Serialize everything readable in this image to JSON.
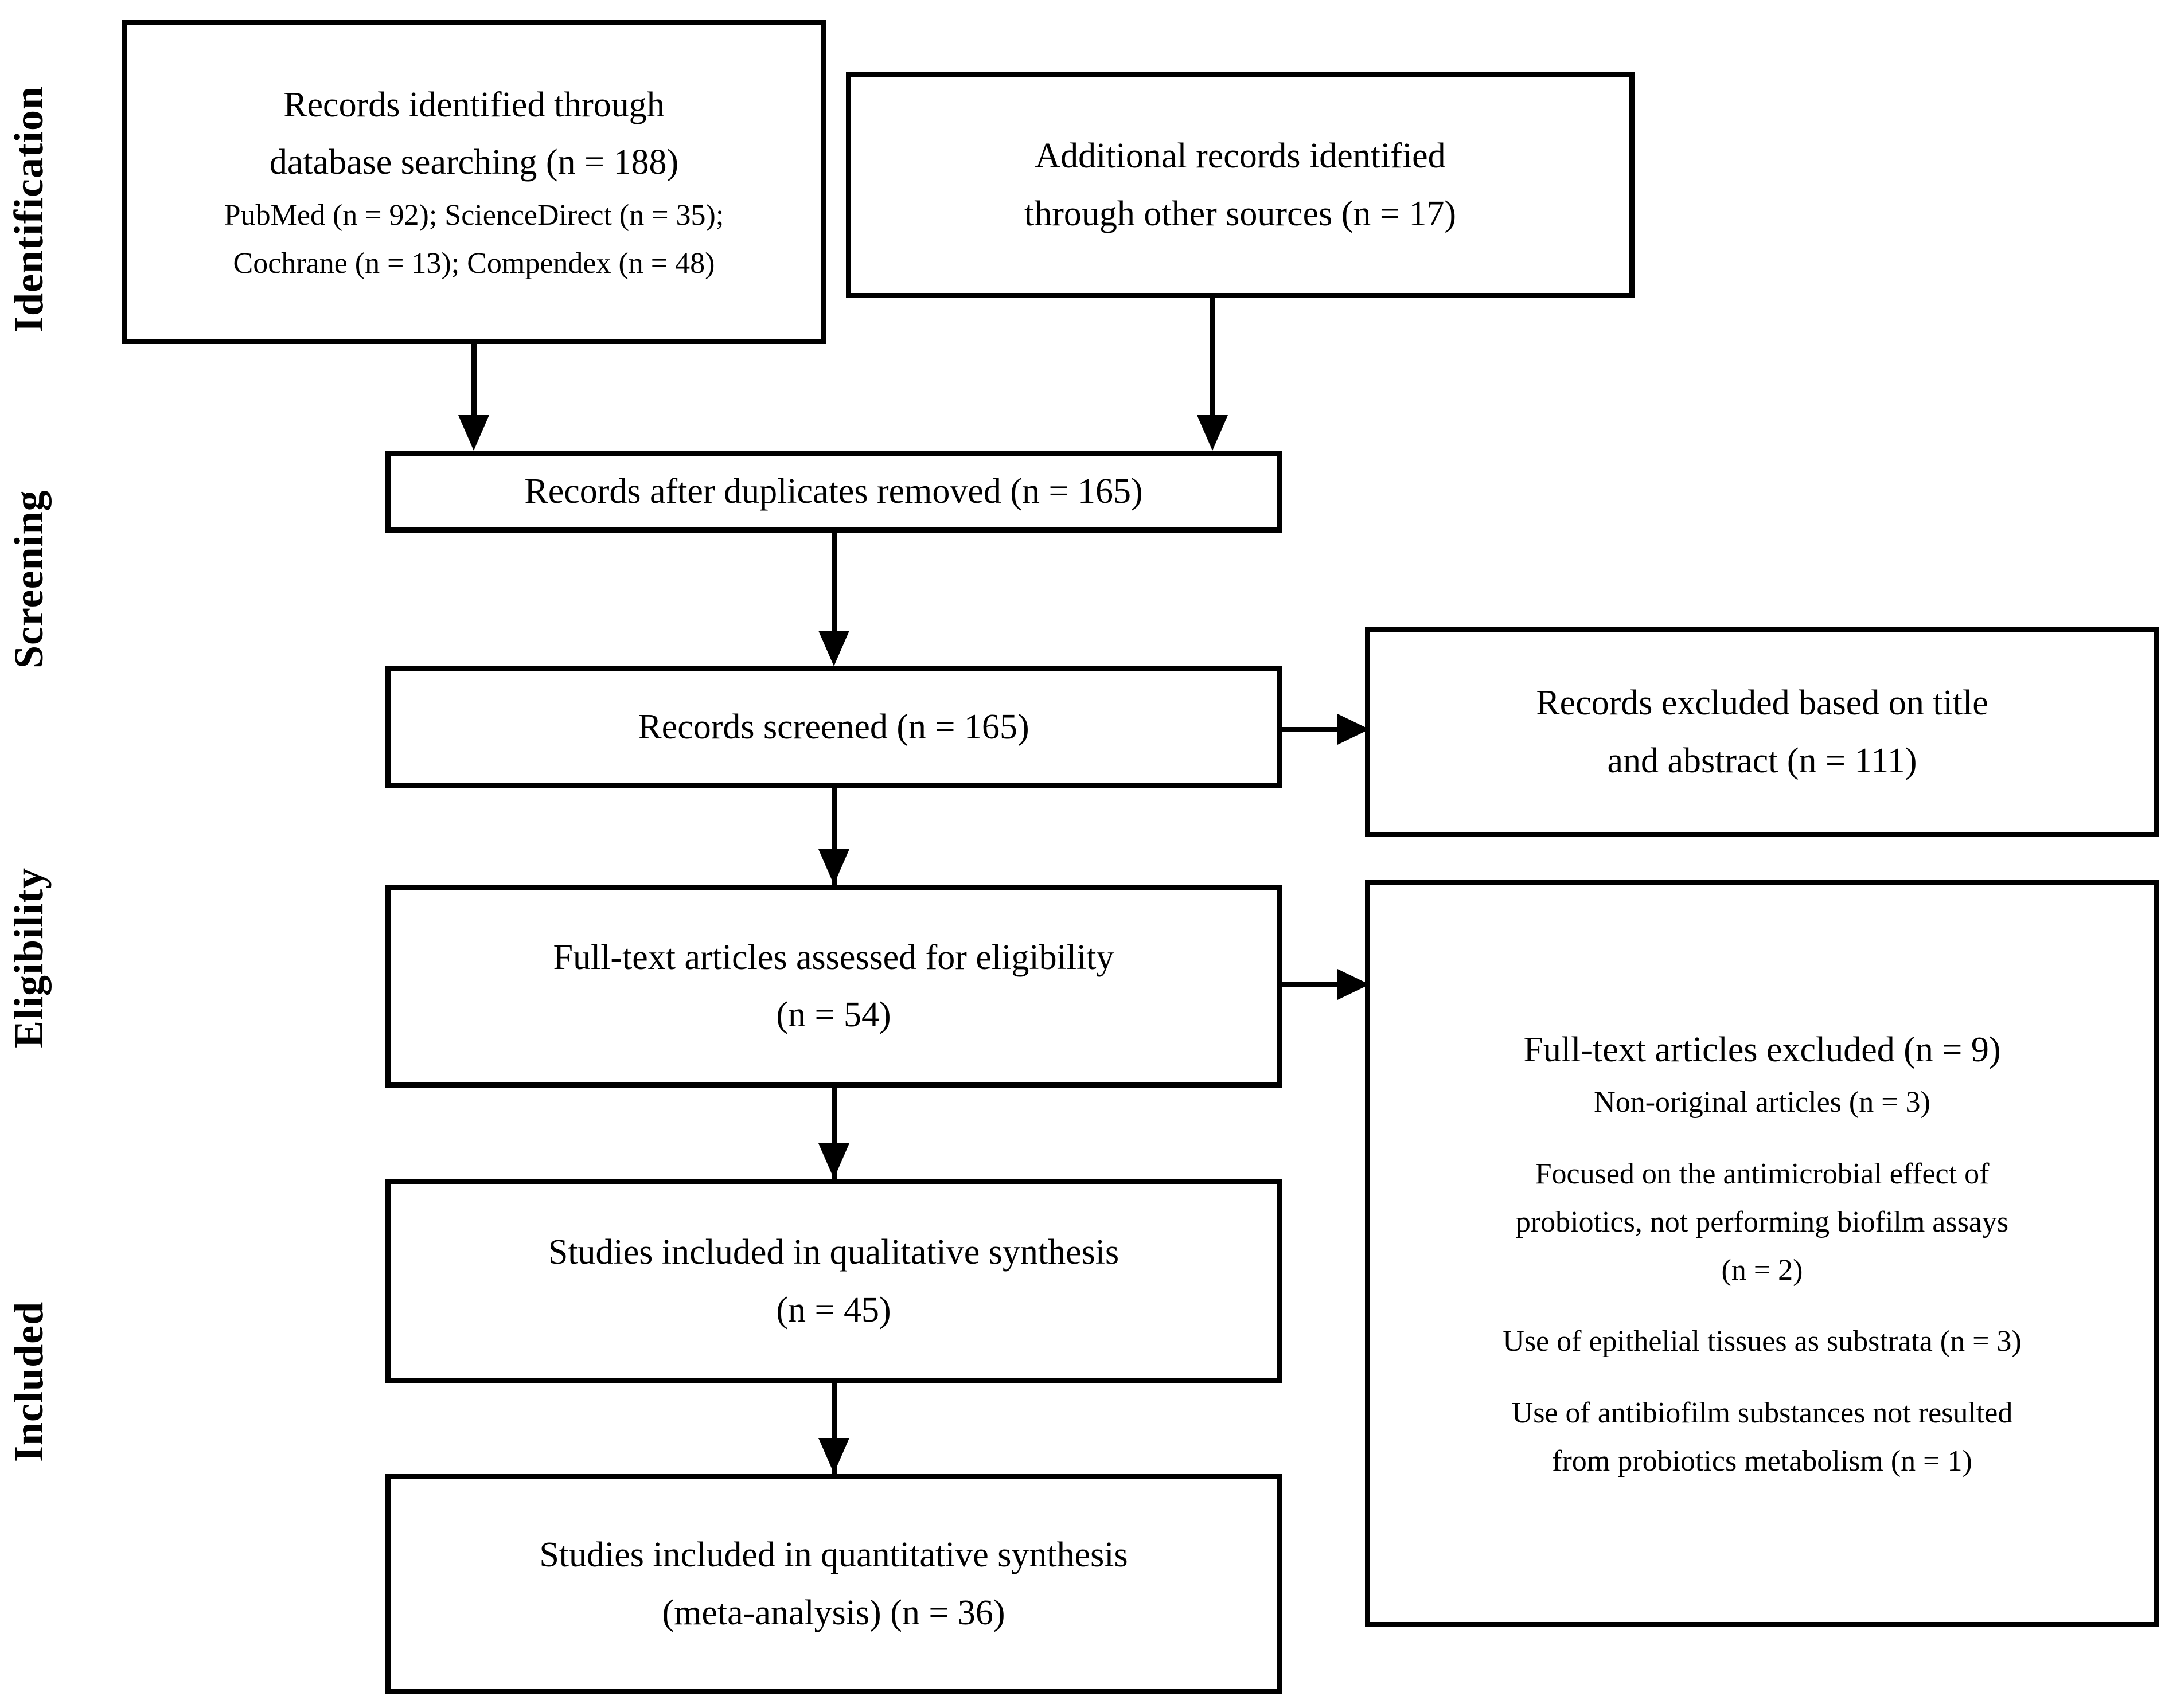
{
  "diagram": {
    "title": "PRISMA flow diagram",
    "type": "prisma-flow",
    "stroke_color": "#000000",
    "background_color": "#ffffff"
  },
  "stages": [
    {
      "id": "identification",
      "label": "Identification"
    },
    {
      "id": "screening",
      "label": "Screening"
    },
    {
      "id": "eligibility",
      "label": "Eligibility"
    },
    {
      "id": "included",
      "label": "Included"
    }
  ],
  "nodes": {
    "db_search": {
      "lines": [
        "Records identified through",
        "database searching (n = 188)"
      ],
      "detail_lines": [
        "PubMed (n = 92); ScienceDirect (n = 35);",
        "Cochrane (n = 13); Compendex (n = 48)"
      ],
      "counts": {
        "total": 188,
        "pubmed": 92,
        "sciencedirect": 35,
        "cochrane": 13,
        "compendex": 48
      }
    },
    "other_sources": {
      "lines": [
        "Additional records identified",
        "through other sources (n = 17)"
      ],
      "counts": {
        "total": 17
      }
    },
    "duplicates_removed": {
      "lines": [
        "Records after duplicates removed (n = 165)"
      ],
      "counts": {
        "total": 165
      }
    },
    "screened": {
      "lines": [
        "Records screened (n = 165)"
      ],
      "counts": {
        "total": 165
      }
    },
    "excluded_title_abstract": {
      "lines": [
        "Records excluded based on title",
        "and abstract (n = 111)"
      ],
      "counts": {
        "total": 111
      }
    },
    "fulltext_assessed": {
      "lines": [
        "Full-text articles assessed for eligibility",
        "(n = 54)"
      ],
      "counts": {
        "total": 54
      }
    },
    "fulltext_excluded": {
      "heading": "Full-text articles excluded (n = 9)",
      "reasons": [
        {
          "lines": [
            "Non-original articles (n = 3)"
          ],
          "n": 3
        },
        {
          "lines": [
            "Focused on the antimicrobial effect of",
            "probiotics, not performing biofilm assays",
            "(n = 2)"
          ],
          "n": 2
        },
        {
          "lines": [
            "Use of epithelial tissues as substrata (n = 3)"
          ],
          "n": 3
        },
        {
          "lines": [
            "Use of antibiofilm substances not resulted",
            "from probiotics metabolism (n = 1)"
          ],
          "n": 1
        }
      ],
      "counts": {
        "total": 9
      }
    },
    "qualitative": {
      "lines": [
        "Studies included in qualitative synthesis",
        "(n = 45)"
      ],
      "counts": {
        "total": 45
      }
    },
    "quantitative": {
      "lines": [
        "Studies included in quantitative synthesis",
        "(meta-analysis) (n = 36)"
      ],
      "counts": {
        "total": 36
      }
    }
  }
}
